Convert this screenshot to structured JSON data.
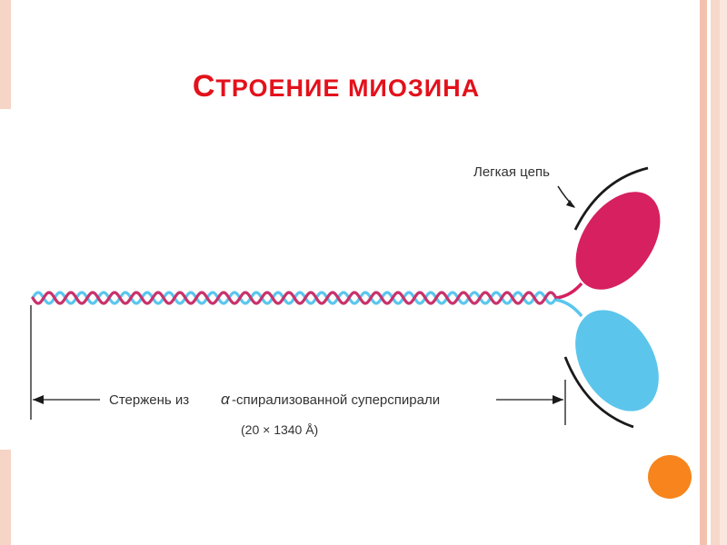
{
  "slide": {
    "title": "Строение миозина"
  },
  "diagram": {
    "light_chain_label": "Легкая цепь",
    "rod_label_prefix": "Стержень из",
    "rod_label_alpha": "α",
    "rod_label_suffix": "-спирализованной суперспирали",
    "rod_dimensions": "(20 × 1340 Å)",
    "colors": {
      "title": "#e3111b",
      "heavy_chain_head_top": "#d6205f",
      "heavy_chain_head_bottom": "#5cc5ec",
      "helix_strand_1": "#c8326b",
      "helix_strand_2": "#5ac6ee",
      "accent_dot": "#f7841c"
    }
  }
}
